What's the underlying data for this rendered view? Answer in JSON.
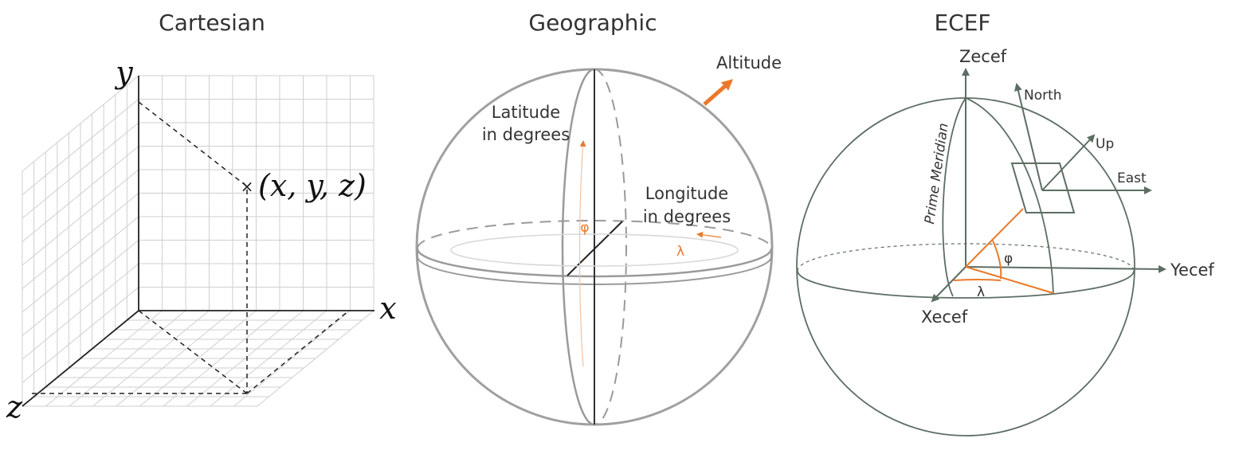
{
  "panels": {
    "cartesian": {
      "title": "Cartesian",
      "axis_x": "x",
      "axis_y": "y",
      "axis_z": "z",
      "point_label": "(x, y, z)"
    },
    "geographic": {
      "title": "Geographic",
      "altitude": "Altitude",
      "latitude_line1": "Latitude",
      "latitude_line2": "in degrees",
      "longitude_line1": "Longitude",
      "longitude_line2": "in degrees",
      "phi": "φ",
      "lambda": "λ"
    },
    "ecef": {
      "title": "ECEF",
      "zecef": "Zecef",
      "yecef": "Yecef",
      "xecef": "Xecef",
      "north": "North",
      "up": "Up",
      "east": "East",
      "prime_meridian": "Prime Meridian",
      "phi": "φ",
      "lambda": "λ"
    }
  },
  "colors": {
    "accent": "#e97a2b",
    "grid": "#c8c8c8",
    "sphere": "#9a9a9a",
    "ecef_line": "#5c6e62"
  }
}
